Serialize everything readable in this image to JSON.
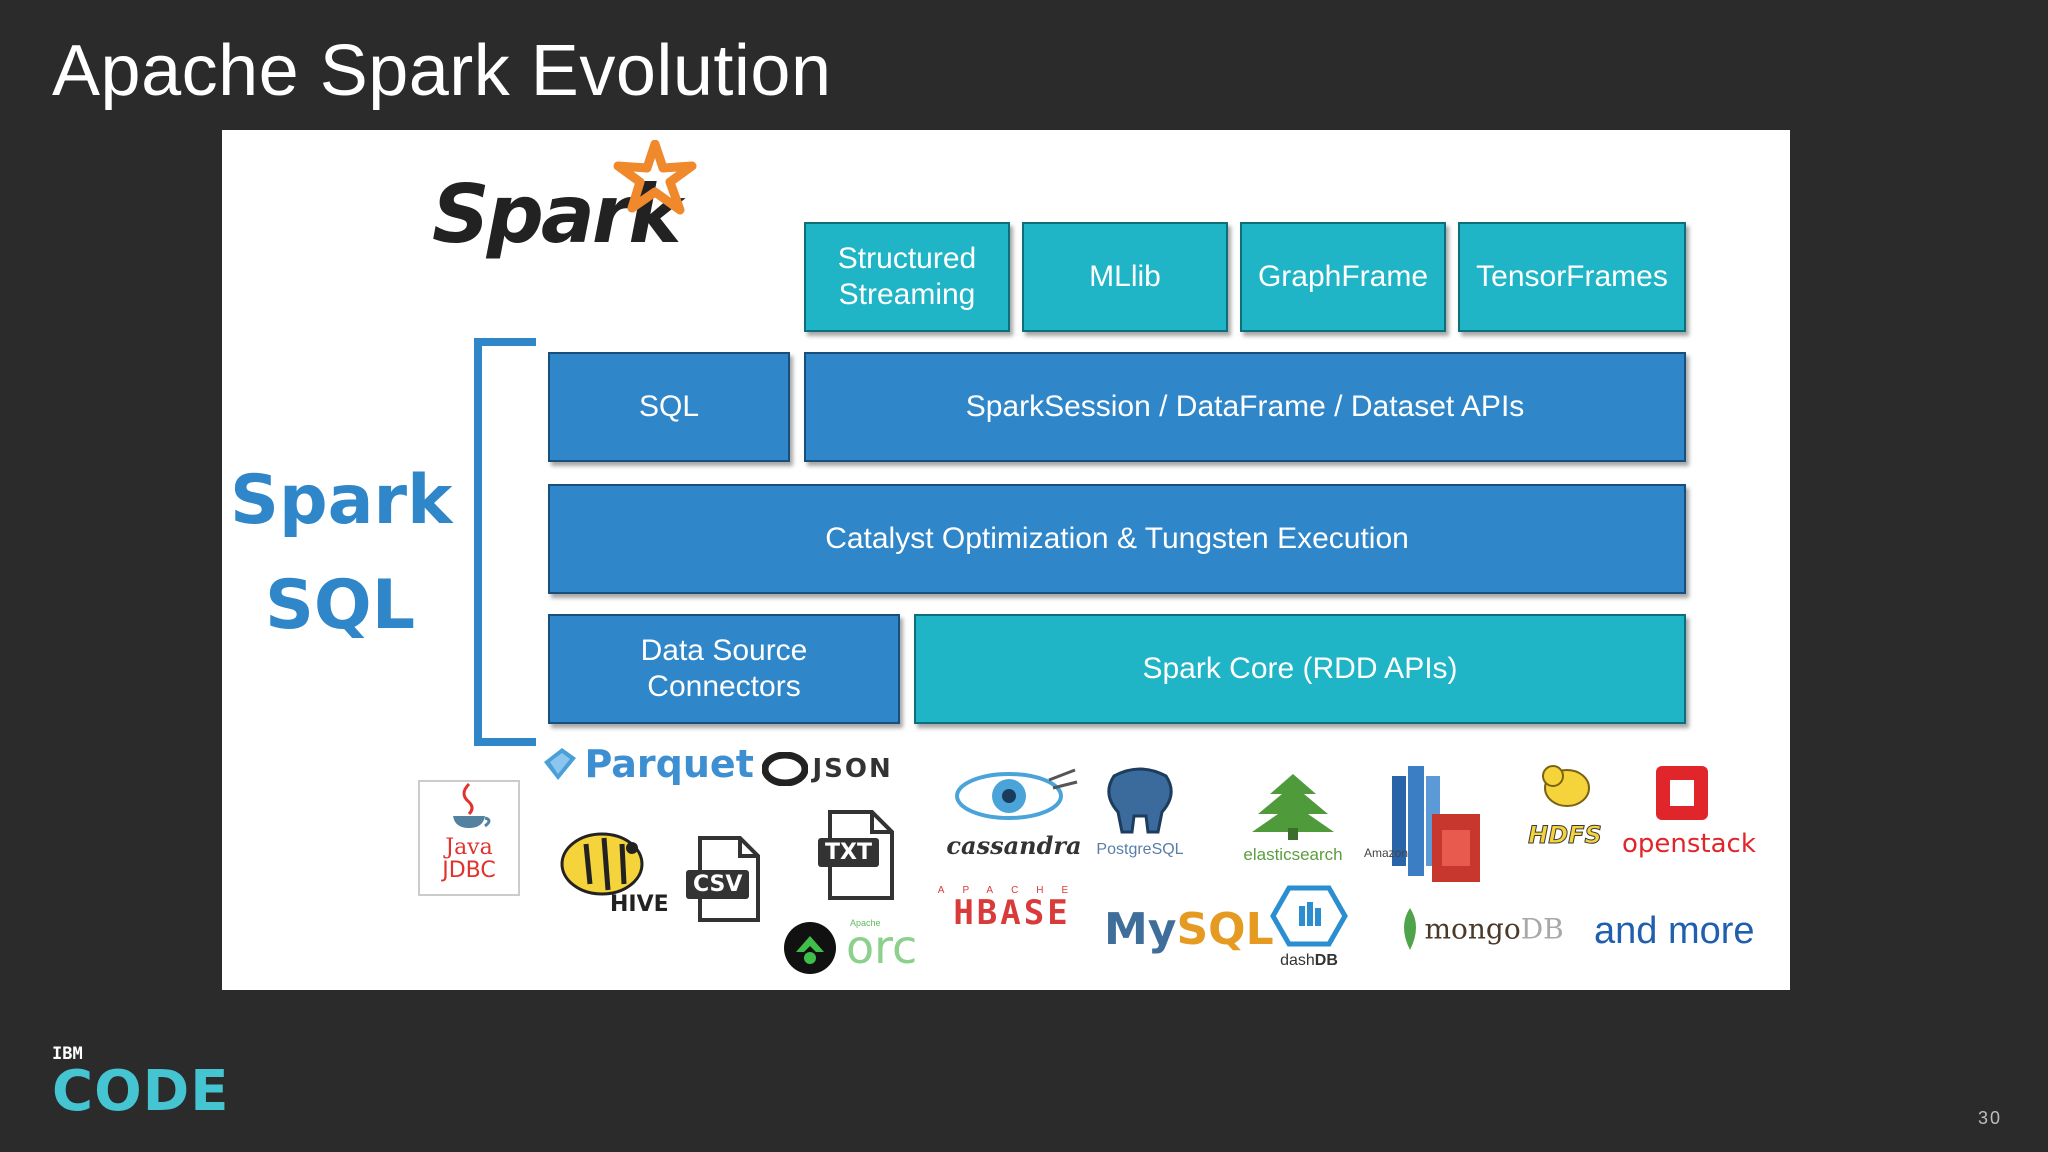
{
  "slide": {
    "title": "Apache Spark Evolution",
    "page_number": "30"
  },
  "brand": {
    "ibm": "IBM",
    "code": "CODE"
  },
  "diagram": {
    "spark_logo": "Spark",
    "side_label": "Spark\nSQL",
    "top_row": [
      "Structured\nStreaming",
      "MLlib",
      "GraphFrame",
      "TensorFrames"
    ],
    "row2": {
      "sql": "SQL",
      "apis": "SparkSession / DataFrame / Dataset APIs"
    },
    "row3": "Catalyst Optimization & Tungsten Execution",
    "row4": {
      "connectors": "Data Source\nConnectors",
      "core": "Spark Core (RDD APIs)"
    },
    "colors": {
      "teal": "#1fb5c6",
      "blue": "#2f86c8"
    }
  },
  "logos": {
    "parquet": "Parquet",
    "json": "JSON",
    "cassandra": "cassandra",
    "postgresql": "PostgreSQL",
    "elasticsearch": "elasticsearch",
    "amazon": "Amazon",
    "hdfs": "HDFS",
    "openstack": "openstack",
    "java": "Java",
    "jdbc": "JDBC",
    "hive": "HIVE",
    "csv": "CSV",
    "txt": "TXT",
    "hbase": "HBASE",
    "apache": "APACHE",
    "orc_apache": "Apache",
    "orc": "orc",
    "mysql_my": "My",
    "mysql_sql": "SQL",
    "dashdb_dash": "dash",
    "dashdb_db": "DB",
    "mongo": "mongo",
    "mongo_db": "DB",
    "and_more": "and more"
  }
}
